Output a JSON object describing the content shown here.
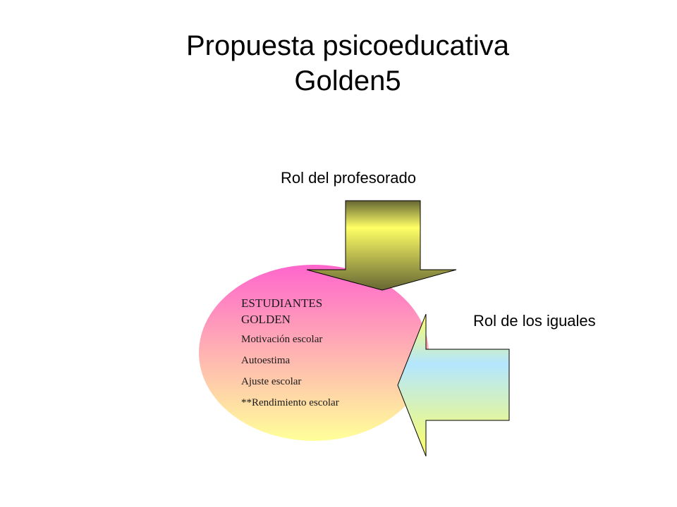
{
  "title": {
    "line1": "Propuesta psicoeducativa",
    "line2": "Golden5"
  },
  "labels": {
    "teacher_role": "Rol del profesorado",
    "peer_role": "Rol de los iguales"
  },
  "center": {
    "heading_line1": "ESTUDIANTES",
    "heading_line2": "GOLDEN",
    "items": [
      "Motivación escolar",
      "Autoestima",
      "Ajuste escolar",
      "**Rendimiento escolar"
    ]
  },
  "colors": {
    "ellipse_top": "#ff66cc",
    "ellipse_bottom": "#ffff99",
    "down_arrow_light": "#ffff66",
    "down_arrow_dark": "#666633",
    "left_arrow_top": "#b3e6ff",
    "left_arrow_bottom": "#ffff66"
  }
}
